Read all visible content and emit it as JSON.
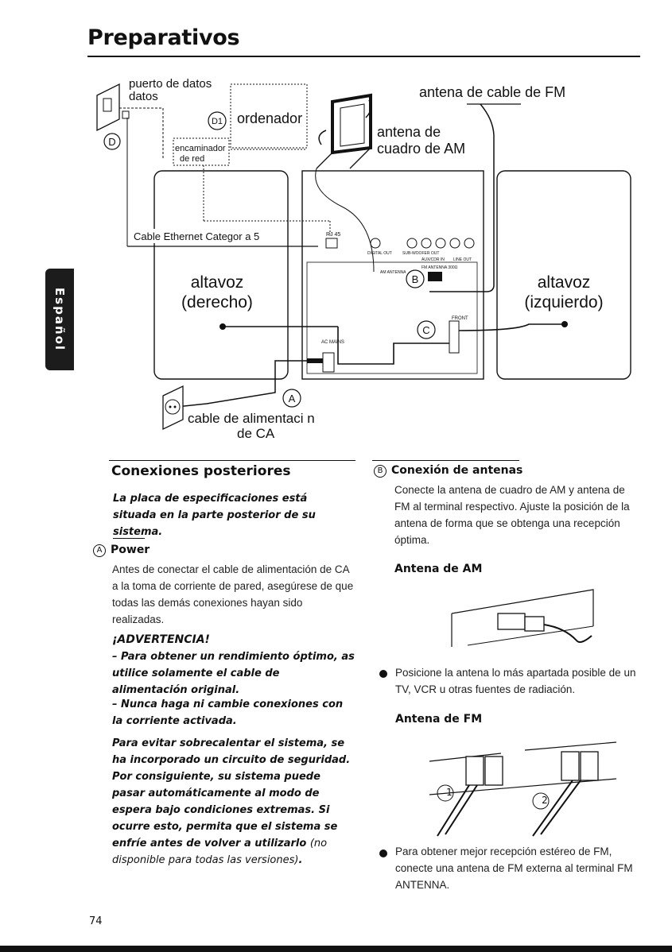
{
  "header": {
    "title": "Preparativos"
  },
  "side_tab": {
    "label": "Español"
  },
  "diagram": {
    "labels": {
      "data_port": "puerto de\ndatos",
      "computer": "ordenador",
      "router": "encaminador\nde red",
      "fm_antenna": "antena de cable de FM",
      "am_antenna": "antena de\ncuadro de AM",
      "ethernet": "Cable Ethernet Categor a 5",
      "speaker_right": "altavoz\n(derecho)",
      "speaker_left": "altavoz\n(izquierdo)",
      "power_cable": "cable de alimentaci n\nde CA",
      "rj45": "RJ 45",
      "ac_mains": "AC\nMAINS",
      "digital_out": "DIGITAL\nOUT",
      "subwoofer_out": "SUB-\nWOOFER\nOUT",
      "aux_cdr_in": "AUX/CDR IN",
      "line_out": "LINE OUT",
      "fm_antenna_terminal": "FM ANTENNA 300Ω",
      "am_antenna_terminal": "AM ANTENNA",
      "front": "FRONT"
    },
    "callouts": {
      "d": "D",
      "d1": "D1",
      "a": "A",
      "b": "B",
      "c": "C"
    }
  },
  "left": {
    "heading": "Conexiones posteriores",
    "intro": "La placa de especificaciones está situada en la parte posterior de su sistema.",
    "power_marker": "A",
    "power_title": "Power",
    "power_text": "Antes de conectar el cable de alimentación de CA a la toma de corriente de pared, asegúrese de que todas las demás conexiones hayan sido realizadas.",
    "warning_title": "¡ADVERTENCIA!",
    "warning_1": "– Para obtener un rendimiento óptimo, as utilice solamente el cable de alimentación original.",
    "warning_2": "– Nunca haga ni cambie conexiones con la corriente activada.",
    "safety_bold": "Para evitar sobrecalentar el sistema, se ha incorporado un circuito de seguridad. Por consiguiente, su sistema puede pasar automáticamente al modo de espera bajo condiciones extremas. Si ocurre esto, permita que el sistema se enfríe antes de volver a utilizarlo",
    "safety_note": "(no disponible para todas las versiones)",
    "safety_end": "."
  },
  "right": {
    "antenna_marker": "B",
    "antenna_title": "Conexión de antenas",
    "antenna_text": "Conecte la antena de cuadro de AM y antena de FM al terminal respectivo. Ajuste la posición de la antena de forma que se obtenga una recepción óptima.",
    "am_title": "Antena de AM",
    "am_bullet": "Posicione la antena lo más apartada posible de un TV, VCR u otras fuentes de radiación.",
    "fm_title": "Antena de FM",
    "fm_step_1": "1",
    "fm_step_2": "2",
    "fm_bullet": "Para obtener mejor recepción estéreo de FM, conecte una antena de FM externa al terminal FM ANTENNA."
  },
  "footer": {
    "page_number": "74"
  }
}
